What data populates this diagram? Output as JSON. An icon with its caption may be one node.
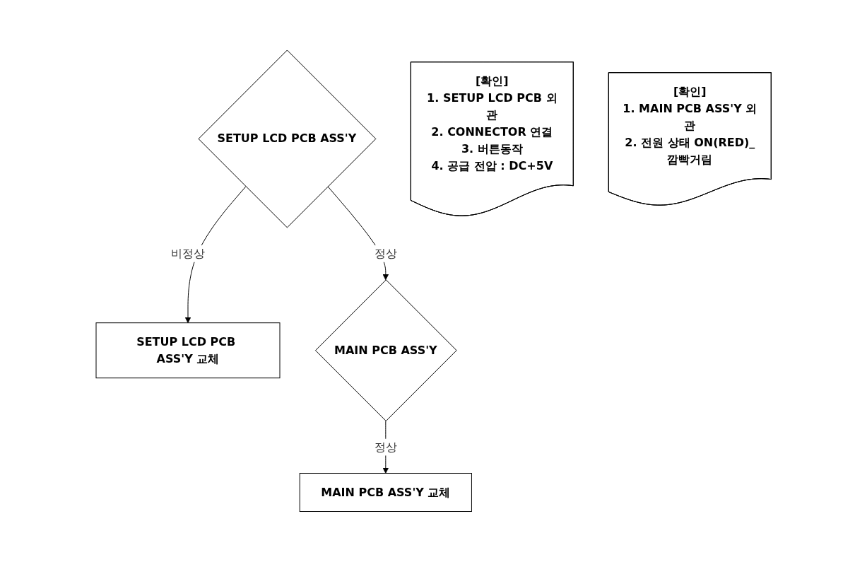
{
  "diagram": {
    "nodes": [
      {
        "text": [
          "SETUP LCD PCB ASS'Y"
        ]
      },
      {
        "text": [
          "SETUP LCD PCB ASS'Y 교체"
        ]
      },
      {
        "text": [
          "[확인]",
          "1. SETUP LCD PCB 외관",
          "2. CONNECTOR 연결",
          "3. 버튼동작",
          "4. 공급 전압 : DC+5V"
        ]
      },
      {
        "text": [
          "MAIN PCB ASS'Y"
        ]
      },
      {
        "text": [
          "[확인]",
          "1. MAIN PCB ASS'Y 외관",
          "2. 전원 상태 ON(RED)_깜빡거림"
        ]
      },
      {
        "text": [
          "MAIN PCB ASS'Y 교체"
        ]
      }
    ],
    "edges": [
      {
        "from": 0,
        "to": 1,
        "arrow": "to",
        "label": "비정상"
      },
      {
        "from": 0,
        "to": 3,
        "arrow": "to",
        "label": "정상"
      },
      {
        "from": 3,
        "to": 5,
        "arrow": "to",
        "label": "정상"
      }
    ]
  }
}
